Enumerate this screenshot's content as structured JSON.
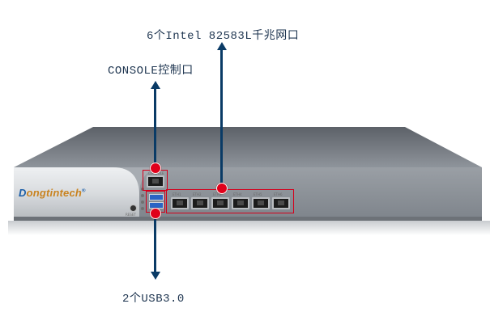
{
  "labels": {
    "lan": "6个Intel 82583L千兆网口",
    "console": "CONSOLE控制口",
    "usb": "2个USB3.0"
  },
  "device": {
    "brand_initial": "D",
    "brand_rest": "ongtintech",
    "brand_mark": "®",
    "console_port_label": "CONSOLE",
    "reset_label": "RESET",
    "lan_port_labels": [
      "ETH1",
      "ETH2",
      "ETH3",
      "ETH4",
      "ETH5",
      "ETH6"
    ]
  },
  "colors": {
    "arrow": "#0a3b66",
    "highlight": "#e0001a",
    "brand_blue": "#1b5ea8",
    "brand_orange": "#c98320",
    "usb_blue": "#2b64c4"
  }
}
